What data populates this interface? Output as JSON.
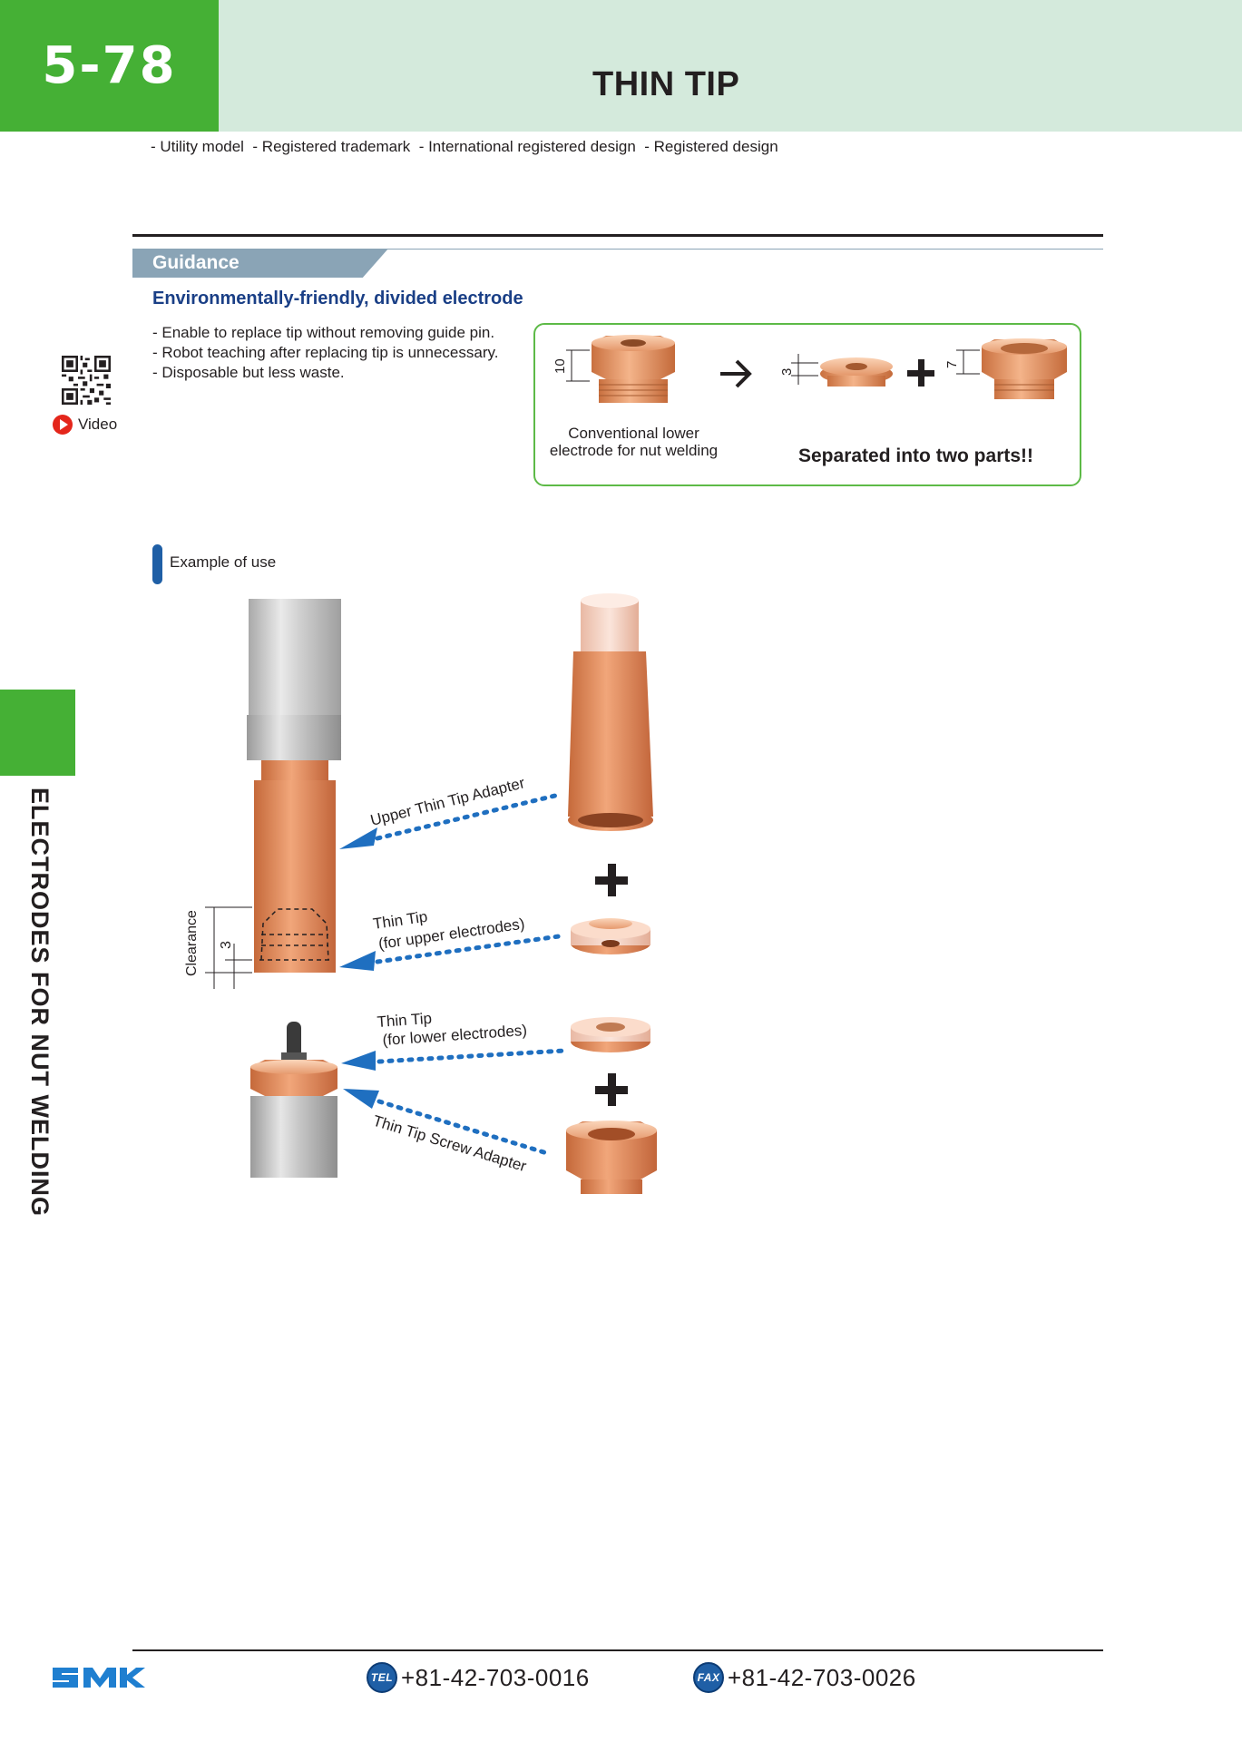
{
  "header": {
    "page_number": "5-78",
    "title": "THIN TIP"
  },
  "ip_notes": "- Utility model  - Registered trademark  - International registered design  - Registered design",
  "guidance": {
    "tab_label": "Guidance",
    "heading": "Environmentally-friendly, divided electrode",
    "bullets": [
      "- Enable to replace tip without removing guide pin.",
      "- Robot teaching after replacing tip is unnecessary.",
      "- Disposable but less waste."
    ],
    "video_label": "Video",
    "comparison": {
      "conventional_height": "10",
      "thin_tip_height": "3",
      "adapter_height": "7",
      "conventional_caption_line1": "Conventional lower",
      "conventional_caption_line2": "electrode for nut welding",
      "separated_caption": "Separated into two parts!!"
    }
  },
  "example": {
    "label": "Example of use",
    "clearance_label": "Clearance",
    "clearance_value": "3",
    "callouts": {
      "upper_adapter": "Upper Thin Tip Adapter",
      "upper_tip_line1": "Thin Tip",
      "upper_tip_line2": "(for upper electrodes)",
      "lower_tip_line1": "Thin Tip",
      "lower_tip_line2": "(for lower electrodes)",
      "screw_adapter": "Thin Tip Screw Adapter"
    }
  },
  "side_tab": {
    "label": "ELECTRODES FOR NUT WELDING"
  },
  "footer": {
    "logo_text": "SMK",
    "tel_badge": "TEL",
    "tel": "+81-42-703-0016",
    "fax_badge": "FAX",
    "fax": "+81-42-703-0026"
  },
  "colors": {
    "brand_green": "#45b035",
    "header_band": "#d4eadc",
    "guidance_tab": "#8aa4b6",
    "heading_blue": "#1a3f86",
    "callout_blue": "#1f6fc0",
    "copper": "#e08a5c"
  }
}
